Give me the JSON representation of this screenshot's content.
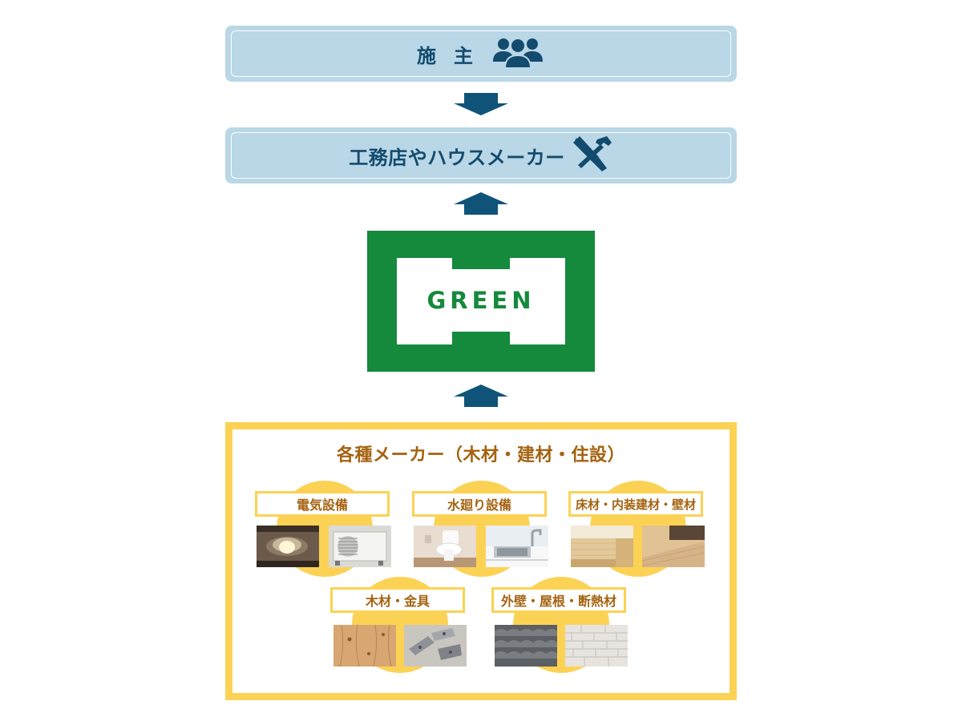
{
  "client": {
    "label": "施主",
    "icon": "people-group-icon"
  },
  "builder": {
    "label": "工務店やハウスメーカー",
    "icon": "saw-hammer-icon"
  },
  "logo": {
    "text": "GREEN"
  },
  "makers": {
    "title": "各種メーカー（木材・建材・住設）",
    "categories": [
      {
        "label": "電気設備",
        "photos": [
          "pendant-light-photo",
          "air-conditioner-outdoor-unit-photo"
        ]
      },
      {
        "label": "水廻り設備",
        "photos": [
          "toilet-photo",
          "kitchen-sink-photo"
        ]
      },
      {
        "label": "床材・内装建材・壁材",
        "photos": [
          "wood-counter-photo",
          "wood-floor-photo"
        ]
      },
      {
        "label": "木材・金具",
        "photos": [
          "lumber-photo",
          "metal-brackets-photo"
        ]
      },
      {
        "label": "外壁・屋根・断熱材",
        "photos": [
          "roof-tiles-photo",
          "brick-wall-photo"
        ]
      }
    ]
  },
  "colors": {
    "blue_box": "#b9d7e6",
    "blue_text": "#134b6e",
    "arrow": "#0f5478",
    "logo_green": "#15893c",
    "panel_yellow": "#fcd255",
    "brown_text": "#a4620f"
  }
}
